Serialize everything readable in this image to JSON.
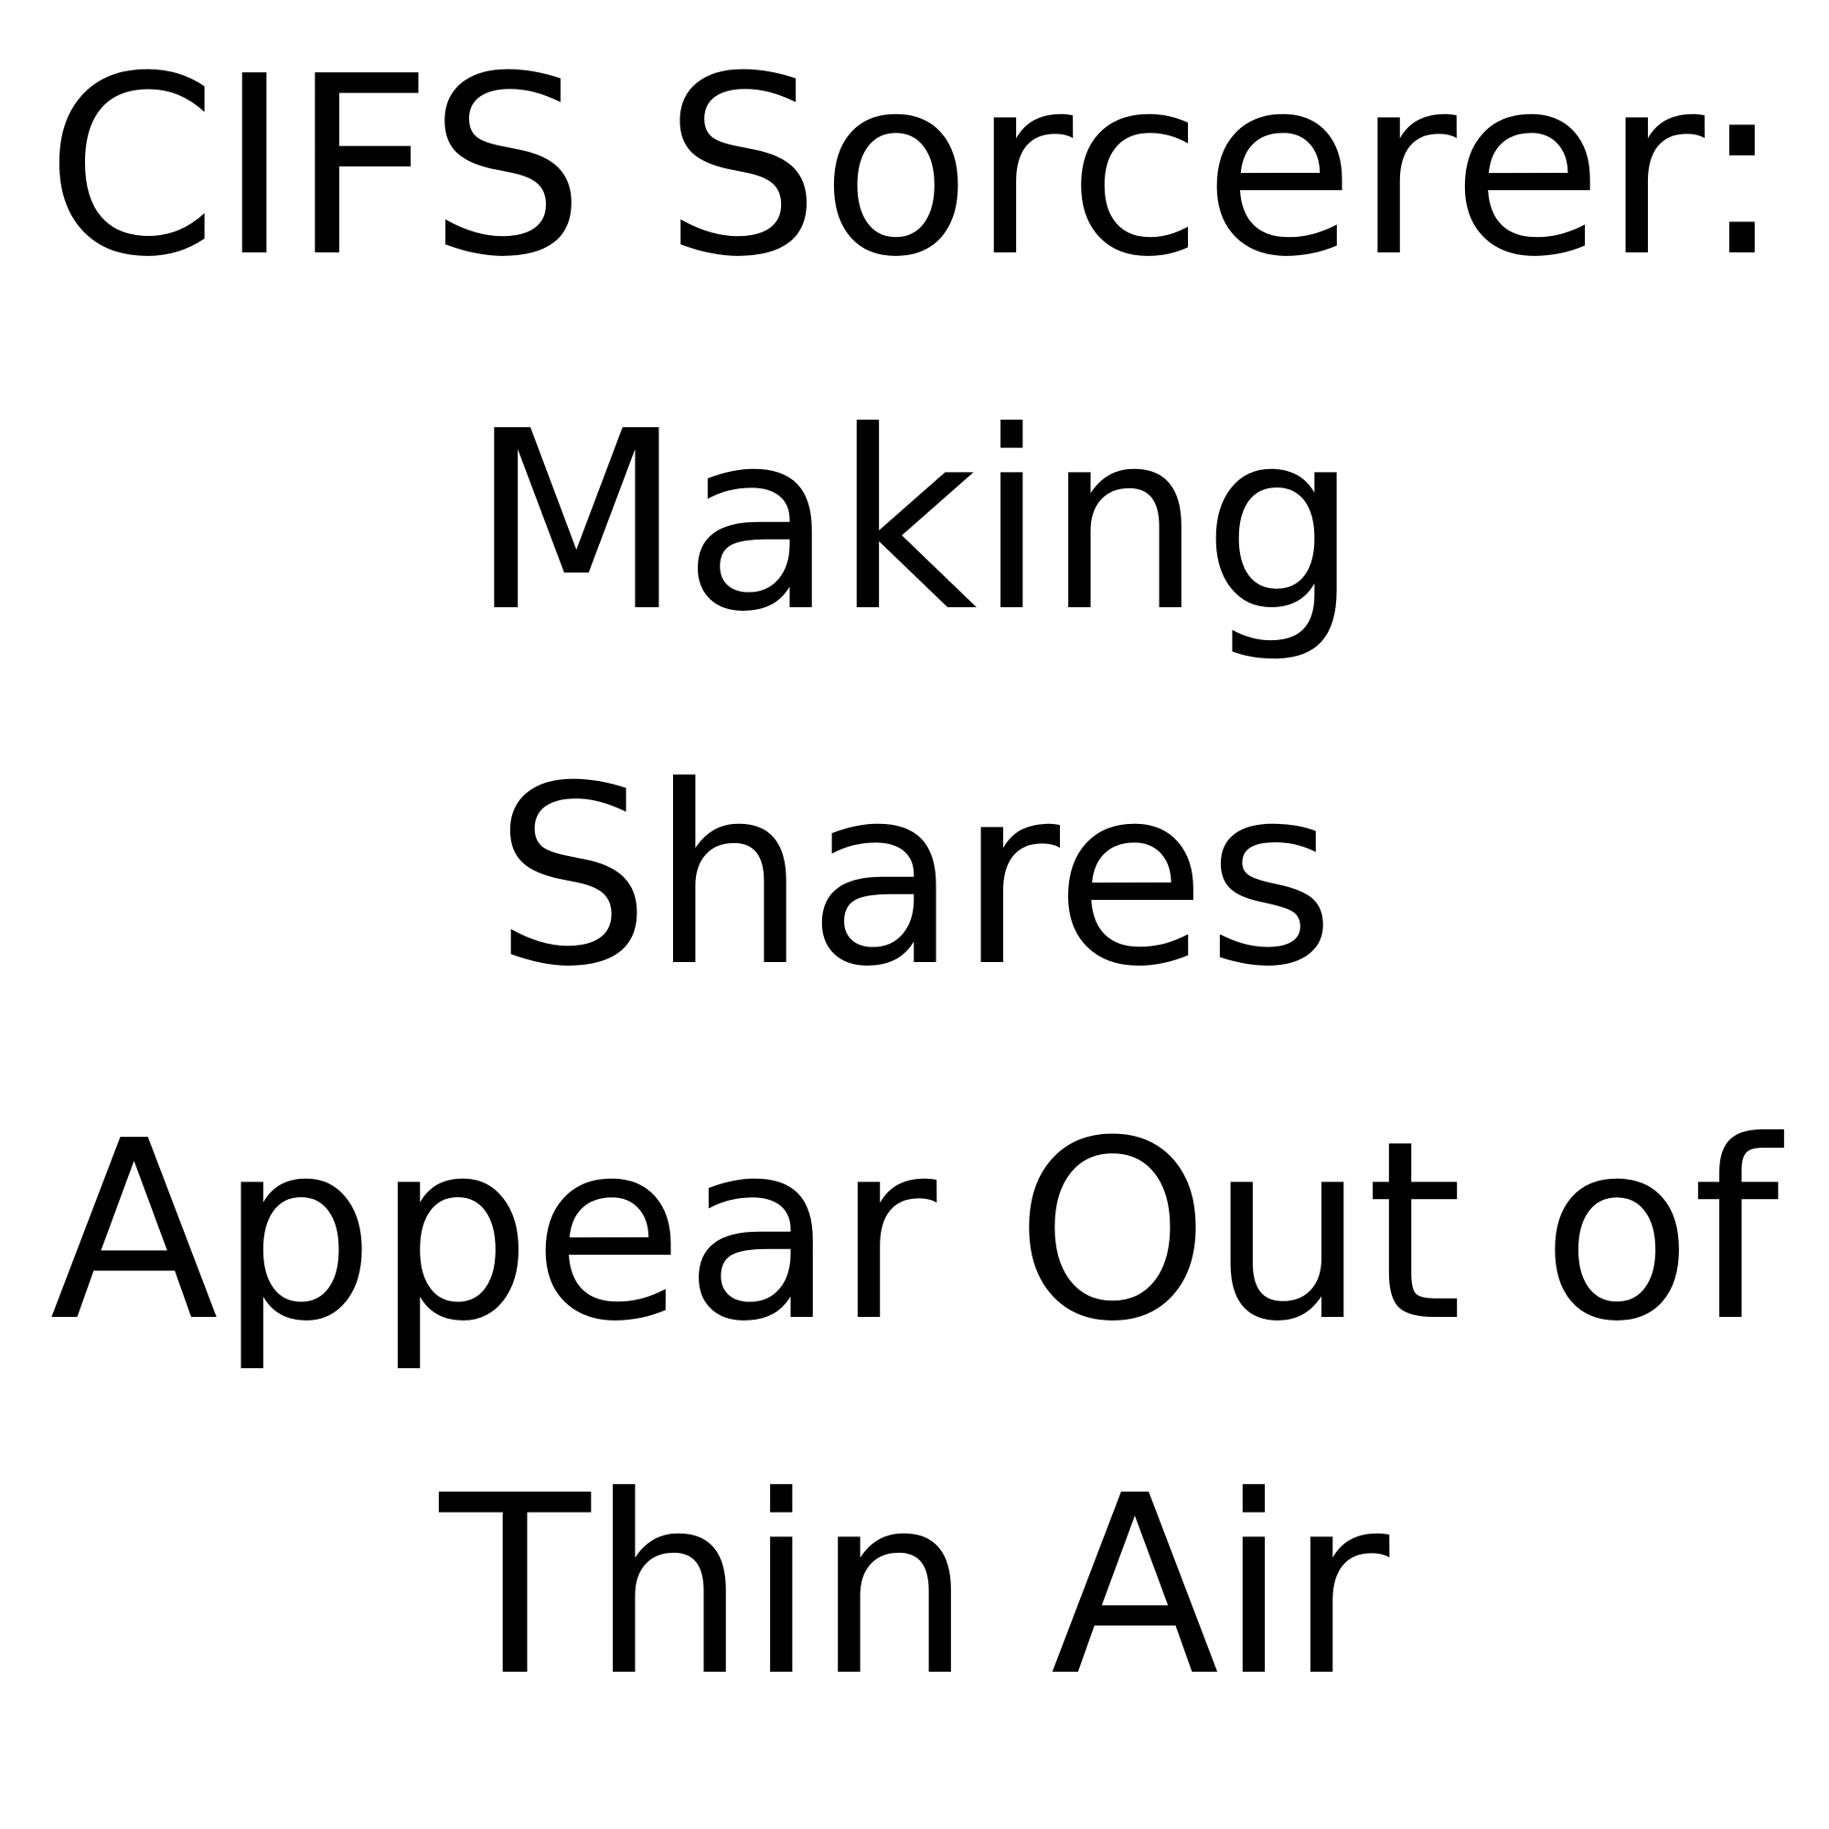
{
  "title": {
    "lines": [
      "CIFS Sorcerer:",
      "Making",
      "Shares",
      "Appear Out of",
      "Thin Air"
    ]
  },
  "colors": {
    "background": "#ffffff",
    "text": "#000000"
  }
}
